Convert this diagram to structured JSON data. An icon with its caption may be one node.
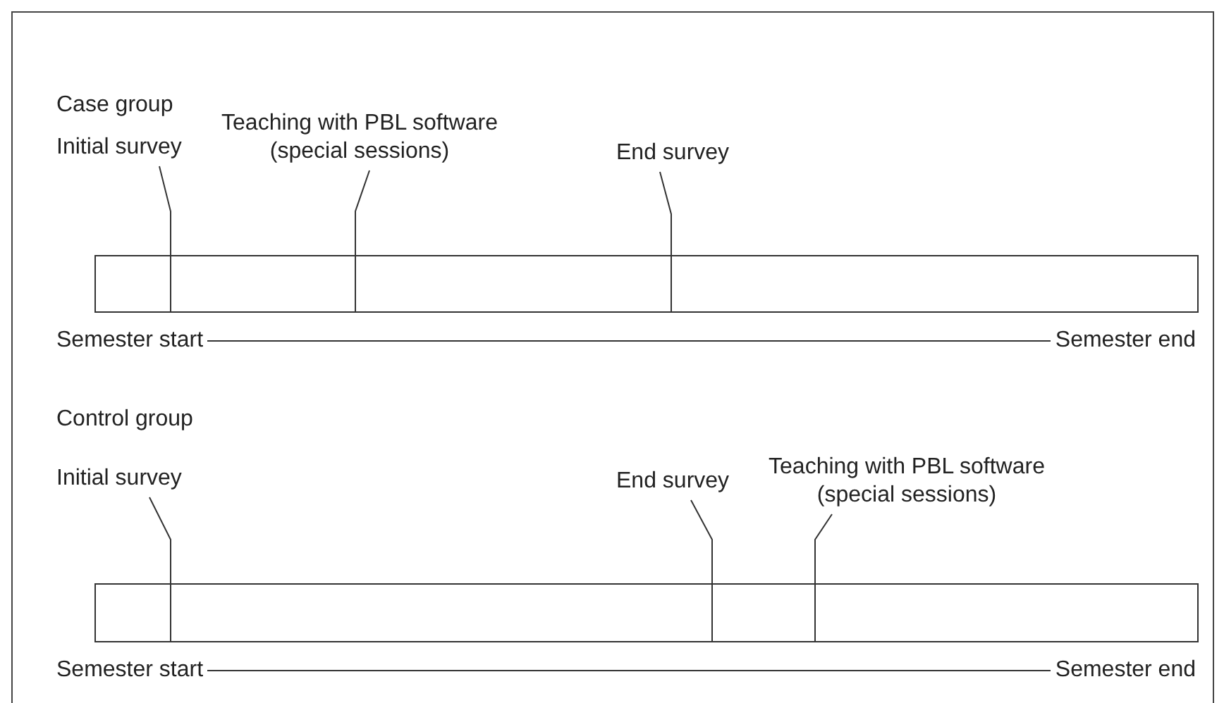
{
  "diagram": {
    "nodes": [
      {
        "text": [
          "Initial survey"
        ]
      },
      {
        "text": [
          "Teaching with PBL software (special sessions)"
        ]
      },
      {
        "text": [
          "End survey"
        ]
      },
      {
        "text": [],
        "shape": "bar"
      },
      {
        "text": [
          "Semester start"
        ]
      },
      {
        "text": [
          "Semester end"
        ]
      },
      {
        "text": [
          "Initial survey"
        ]
      },
      {
        "text": [
          "End survey"
        ]
      },
      {
        "text": [
          "Teaching with PBL software (special sessions)"
        ]
      },
      {
        "text": [],
        "shape": "bar"
      },
      {
        "text": [
          "Semester start"
        ]
      },
      {
        "text": [
          "Semester end"
        ]
      }
    ],
    "edges": [
      {
        "from": 0,
        "to": 3,
        "arrow": "none"
      },
      {
        "from": 1,
        "to": 3,
        "arrow": "none"
      },
      {
        "from": 2,
        "to": 3,
        "arrow": "none"
      },
      {
        "from": 4,
        "to": 5,
        "arrow": "none"
      },
      {
        "from": 6,
        "to": 9,
        "arrow": "none"
      },
      {
        "from": 7,
        "to": 9,
        "arrow": "none"
      },
      {
        "from": 8,
        "to": 9,
        "arrow": "none"
      },
      {
        "from": 10,
        "to": 11,
        "arrow": "none"
      }
    ],
    "labels": [
      "Case group",
      "Control group"
    ]
  }
}
